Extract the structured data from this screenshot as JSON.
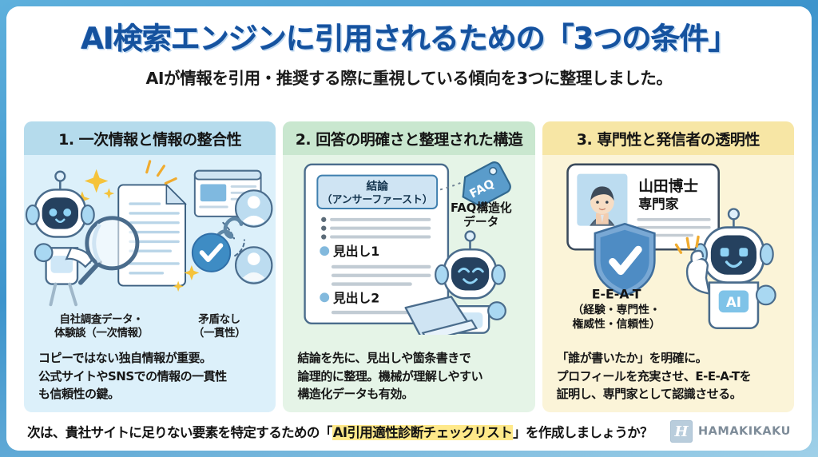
{
  "header": {
    "title": "AI検索エンジンに引用されるための「3つの条件」",
    "subtitle": "AIが情報を引用・推奨する際に重視している傾向を3つに整理しました。"
  },
  "cards": [
    {
      "id": "card-1",
      "heading": "1. 一次情報と情報の整合性",
      "accent": "#b5dbec",
      "background": "#dcf0fa",
      "captions": [
        "自社調査データ・\n体験談（一次情報）",
        "矛盾なし\n（一貫性）"
      ],
      "caption_a_line1": "自社調査データ・",
      "caption_a_line2": "体験談（一次情報）",
      "caption_b_line1": "矛盾なし",
      "caption_b_line2": "（一貫性）",
      "description_line1": "コピーではない独自情報が重要。",
      "description_line2": "公式サイトやSNSでの情報の一貫性",
      "description_line3": "も信頼性の鍵。"
    },
    {
      "id": "card-2",
      "heading": "2. 回答の明確さと整理された構造",
      "accent": "#c9e7cf",
      "background": "#e5f4e7",
      "doc_box_line1": "結論",
      "doc_box_line2": "（アンサーファースト）",
      "doc_item_1": "見出し1",
      "doc_item_2": "見出し2",
      "tag_label": "FAQ",
      "tag_caption_line1": "FAQ構造化",
      "tag_caption_line2": "データ",
      "description_line1": "結論を先に、見出しや箇条書きで",
      "description_line2": "論理的に整理。機械が理解しやすい",
      "description_line3": "構造化データも有効。"
    },
    {
      "id": "card-3",
      "heading": "3. 専門性と発信者の透明性",
      "accent": "#f7e6a5",
      "background": "#fbf4d8",
      "profile_name": "山田博士",
      "profile_role": "専門家",
      "badge_title": "E-E-A-T",
      "badge_sub_line1": "（経験・専門性・",
      "badge_sub_line2": "権威性・信頼性）",
      "robot_chip": "AI",
      "description_line1": "「誰が書いたか」を明確に。",
      "description_line2": "プロフィールを充実させ、E-E-A-Tを",
      "description_line3": "証明し、専門家として認識させる。"
    }
  ],
  "footer": {
    "text_before": "次は、貴社サイトに足りない要素を特定するための「",
    "highlight": "AI引用適性診断チェックリスト",
    "text_after": "」を作成しましょうか？",
    "logo_mark": "H",
    "logo_text": "HAMAKIKAKU"
  }
}
